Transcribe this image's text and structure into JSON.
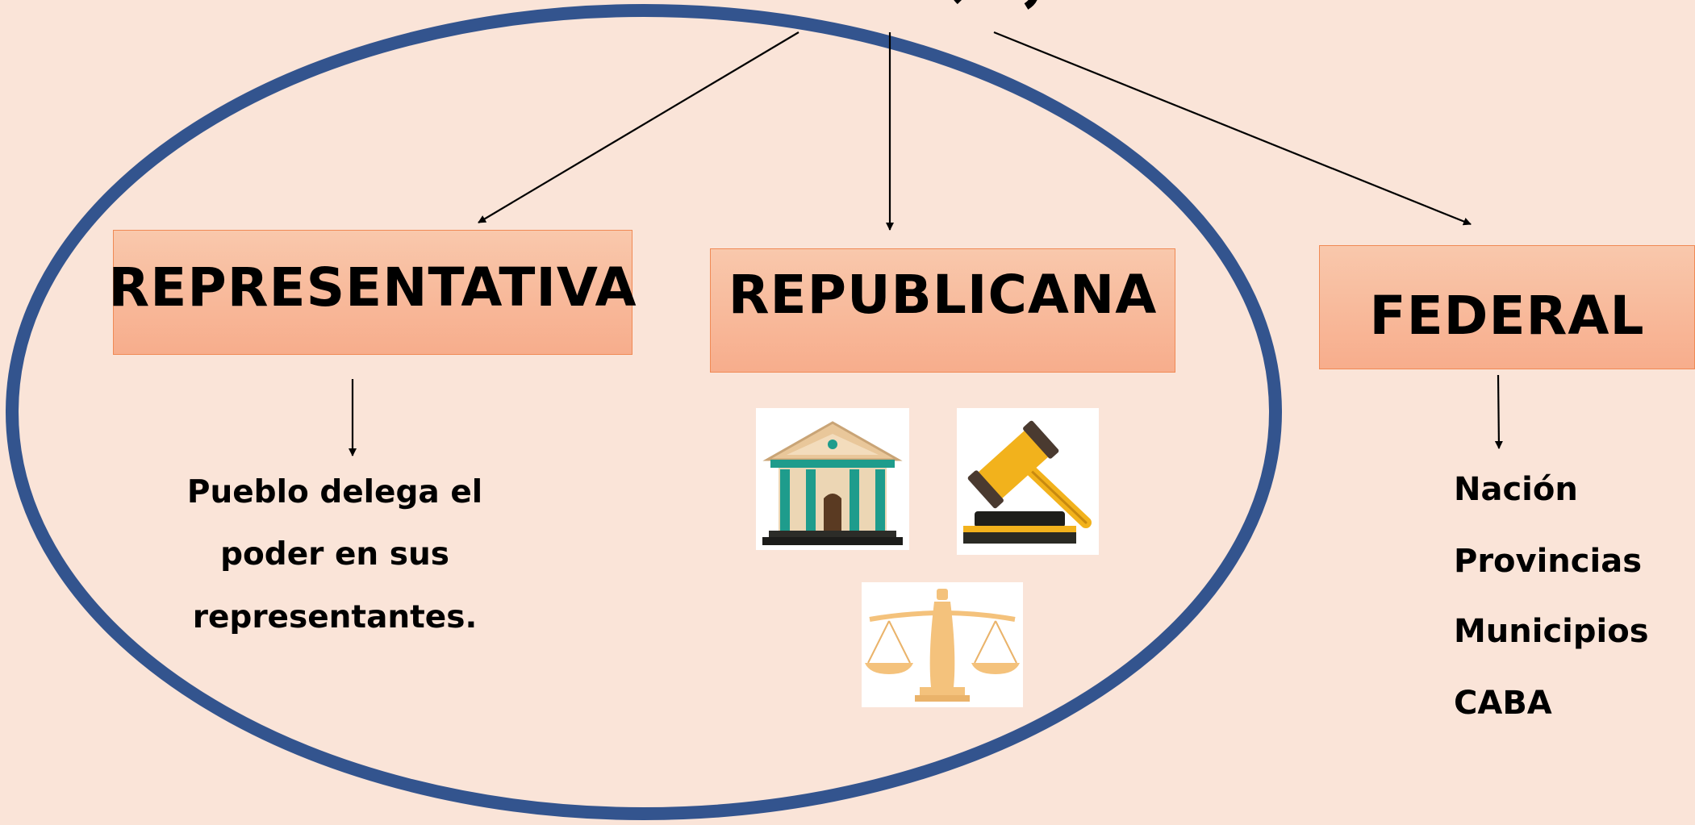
{
  "diagram": {
    "nodes": {
      "representativa": {
        "label": "REPRESENTATIVA"
      },
      "republicana": {
        "label": "REPUBLICANA"
      },
      "federal": {
        "label": "FEDERAL"
      }
    },
    "representativa_description": [
      "Pueblo delega el",
      "poder en sus",
      "representantes."
    ],
    "federal_items": [
      "Nación",
      "Provincias",
      "Municipios",
      "CABA"
    ],
    "republicana_icons": [
      "government-building-icon",
      "gavel-icon",
      "scales-of-justice-icon"
    ],
    "colors": {
      "background": "#fae4d8",
      "ellipse_stroke": "#33548e",
      "box_fill_top": "#f9c8ac",
      "box_fill_bottom": "#f7ad8c",
      "box_border": "#f08a55"
    }
  }
}
